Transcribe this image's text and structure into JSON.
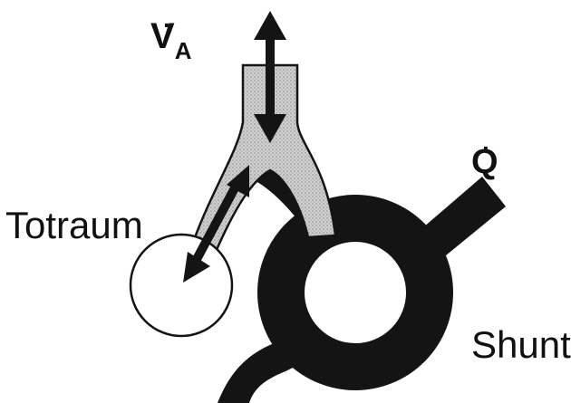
{
  "labels": {
    "va_main": "V",
    "va_sub": "A",
    "va_dot": "·",
    "q_main": "Q",
    "q_dot": "·",
    "dead_space": "Totraum",
    "shunt": "Shunt"
  },
  "colors": {
    "blood": "#141414",
    "air": "#bdbdbd",
    "outline": "#141414",
    "background": "#ffffff"
  }
}
